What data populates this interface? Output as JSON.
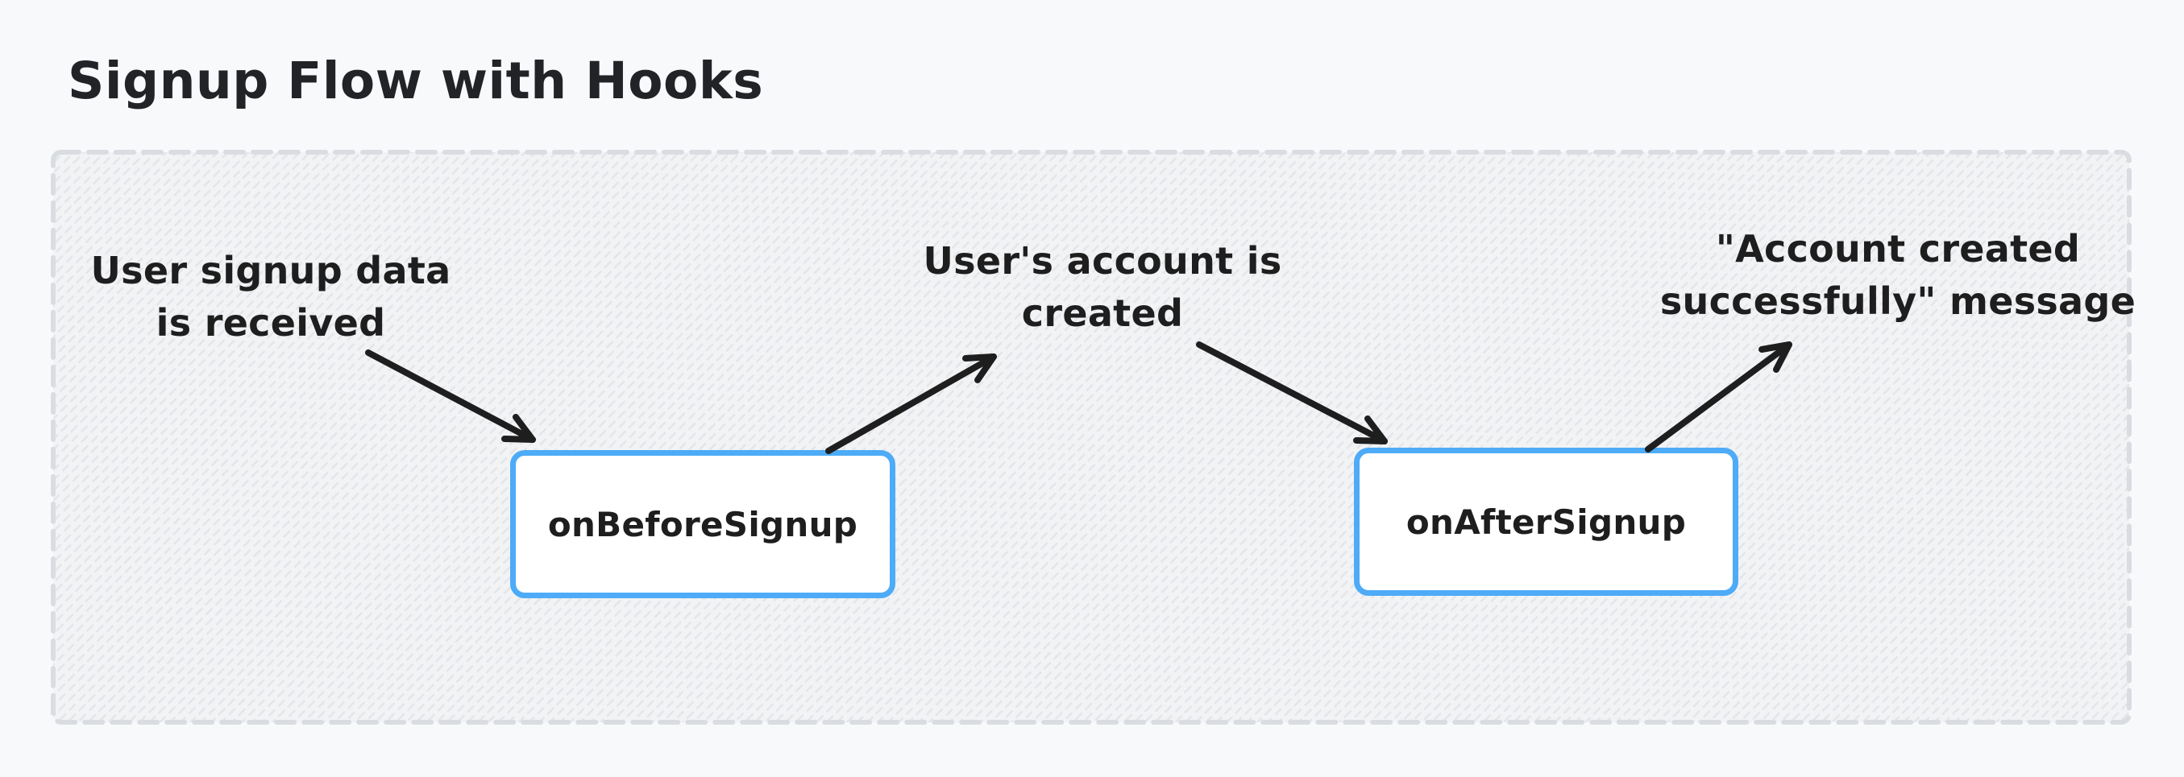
{
  "title": "Signup Flow with Hooks",
  "colors": {
    "page_background": "#f8f9fb",
    "canvas_background": "#f2f3f5",
    "hatch": "#e3e5e9",
    "dashed_border": "#d9dce1",
    "ink": "#1e1e1e",
    "node_border": "#4dabf7",
    "node_background": "#ffffff"
  },
  "diagram": {
    "annotations": [
      {
        "line1": "User signup data",
        "line2": "is received"
      },
      {
        "line1": "User's account is",
        "line2": "created"
      },
      {
        "line1": "\"Account created",
        "line2": "successfully\" message"
      }
    ],
    "nodes": [
      {
        "label": "onBeforeSignup"
      },
      {
        "label": "onAfterSignup"
      }
    ],
    "edges": [
      {
        "from": "User signup data is received",
        "to": "onBeforeSignup"
      },
      {
        "from": "onBeforeSignup",
        "to": "User's account is created"
      },
      {
        "from": "User's account is created",
        "to": "onAfterSignup"
      },
      {
        "from": "onAfterSignup",
        "to": "\"Account created successfully\" message"
      }
    ]
  }
}
